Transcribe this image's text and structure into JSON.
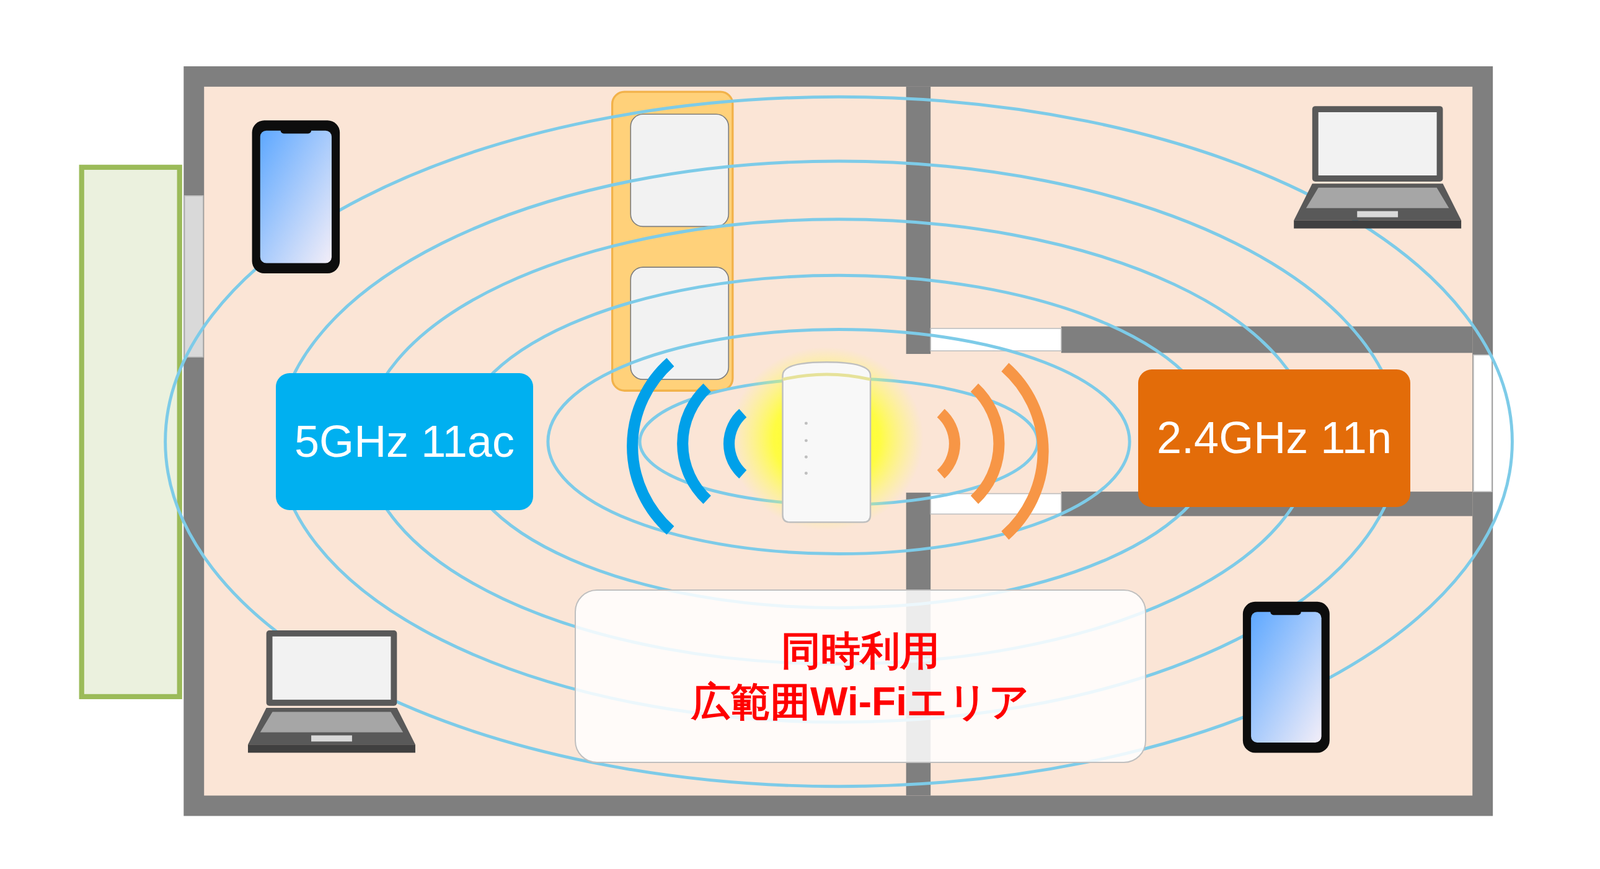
{
  "diagram": {
    "nodes": [
      {
        "text": [
          "5GHz 11ac"
        ]
      },
      {
        "text": [
          "2.4GHz 11n"
        ]
      },
      {
        "text": [
          "同時利用",
          "広範囲Wi-Fiエリア"
        ]
      }
    ]
  }
}
